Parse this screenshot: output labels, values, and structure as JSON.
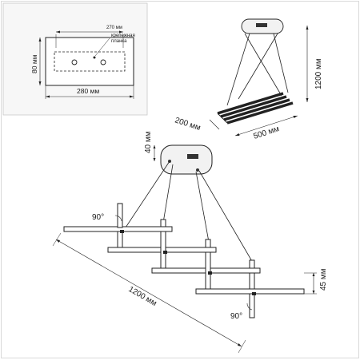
{
  "mount_plate": {
    "width_label": "280 мм",
    "height_label": "80 мм",
    "hole_spacing_label": "270 мм",
    "bracket_label_line1": "крепежная",
    "bracket_label_line2": "планка"
  },
  "overview": {
    "height_label": "1200 мм",
    "depth_label": "200 мм",
    "length_label": "500 мм"
  },
  "main_view": {
    "canopy_height_label": "40 мм",
    "bar_height_label": "45 мм",
    "cable_length_label": "1200 мм",
    "angle_top_label": "90°",
    "angle_bottom_label": "90°"
  }
}
